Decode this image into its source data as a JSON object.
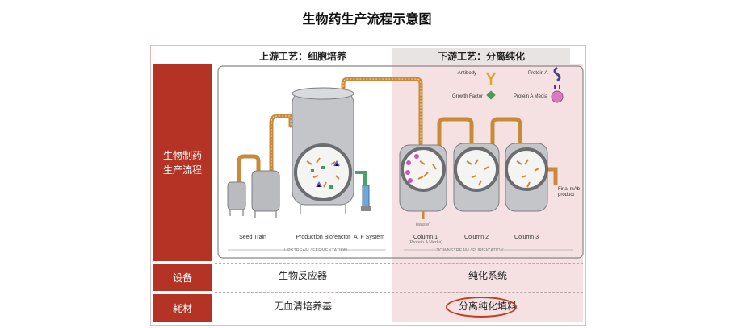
{
  "title": "生物药生产流程示意图",
  "header": {
    "upstream": "上游工艺：细胞培养",
    "downstream": "下游工艺：分离纯化"
  },
  "row_labels": {
    "process": "生物制药\n生产流程",
    "equipment": "设备",
    "consumables": "耗材"
  },
  "equipment": {
    "upstream": "生物反应器",
    "downstream": "纯化系统"
  },
  "consumables": {
    "upstream": "无血清培养基",
    "downstream": "分离纯化填料"
  },
  "diagram": {
    "legend": {
      "antibody": "Antibody",
      "protein_a": "Protein A",
      "growth_factor": "Growth Factor",
      "protein_a_media": "Protein A Media"
    },
    "stages": {
      "seed_train": "Seed Train",
      "production_bioreactor": "Production Bioreactor",
      "atf_system": "ATF System",
      "column1": "Column 1",
      "column1_sub": "(Protein A Media)",
      "column2": "Column 2",
      "column3": "Column 3",
      "final_product": "Final mAb\nproduct",
      "waste": "(waste)"
    },
    "bands": {
      "upstream": "UPSTREAM / FERMENTATION",
      "downstream": "DOWNSTREAM / PURIFICATION"
    }
  },
  "colors": {
    "red": "#b43325",
    "pipe": "#c88a3a",
    "steel": "#a7a9ad"
  }
}
